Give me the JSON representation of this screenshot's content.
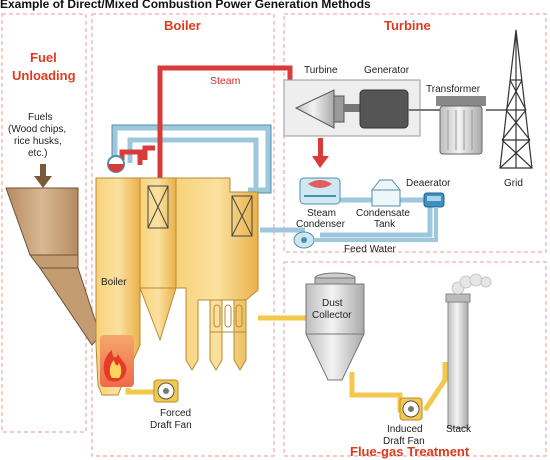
{
  "title": "Example of Direct/Mixed Combustion Power Generation Methods",
  "sections": {
    "fuel_line1": "Fuel",
    "fuel_line2": "Unloading",
    "boiler": "Boiler",
    "turbine": "Turbine",
    "flue": "Flue-gas Treatment"
  },
  "labels": {
    "fuels": [
      "Fuels",
      "(Wood chips,",
      "rice husks,",
      "etc.)"
    ],
    "boiler_body": "Boiler",
    "steam": "Steam",
    "turbine": "Turbine",
    "generator": "Generator",
    "transformer": "Transformer",
    "grid": "Grid",
    "deaerator": "Deaerator",
    "steam_condenser": [
      "Steam",
      "Condenser"
    ],
    "condensate_tank": [
      "Condensate",
      "Tank"
    ],
    "feed_water": "Feed Water",
    "dust_collector": [
      "Dust",
      "Collector"
    ],
    "forced_fan": [
      "Forced",
      "Draft Fan"
    ],
    "induced_fan": [
      "Induced",
      "Draft Fan"
    ],
    "stack": "Stack"
  },
  "colors": {
    "section_label": "#e03a1e",
    "dash_border": "#e89a9a",
    "steam_pipe": "#d93a3a",
    "water_pipe": "#9cc7dc",
    "flue_pipe": "#f2c94c",
    "boiler_fill": "#f6c25a",
    "hopper_fill": "#c9a27a",
    "gray_equipment": "#d4d4d4"
  },
  "icons": [
    "flame-icon",
    "down-arrow-icon",
    "fan-icon"
  ]
}
